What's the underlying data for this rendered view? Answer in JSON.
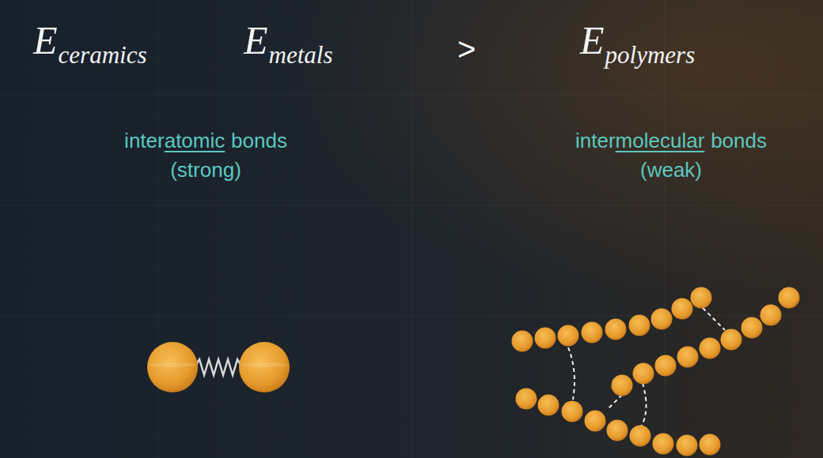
{
  "diagram": {
    "labels": [
      "E",
      "ceramics",
      "E",
      "metals",
      ">",
      "E",
      "polymers",
      "inter",
      "atomic",
      "bonds",
      "(strong)",
      "inter",
      "molecular",
      "bonds",
      "(weak)"
    ]
  }
}
